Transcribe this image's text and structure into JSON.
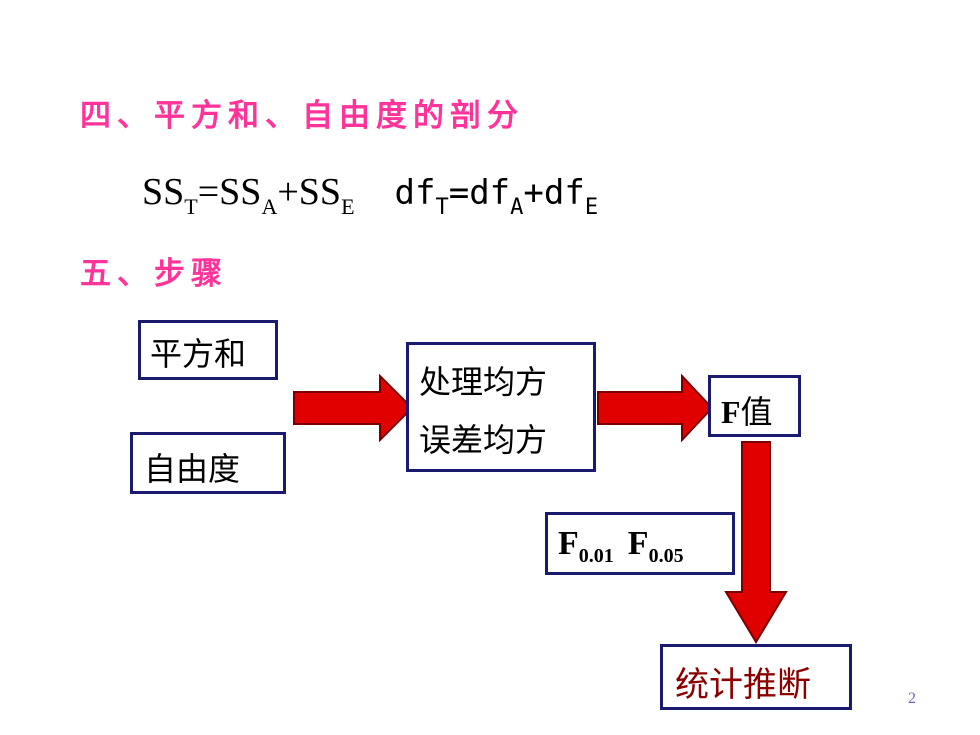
{
  "headings": {
    "section4": "四、平方和、自由度的剖分",
    "section5": "五、步骤"
  },
  "formula": {
    "ss_main": "SS",
    "t": "T",
    "eq": "=",
    "a": "A",
    "e": "E",
    "plus": "+",
    "df_main": "df"
  },
  "flow": {
    "sum_of_squares": "平方和",
    "degrees_of_freedom": "自由度",
    "treatment_ms": "处理均方",
    "error_ms": "误差均方",
    "f_letter": "F",
    "f_value_suffix": "值",
    "critical_f": "F",
    "critical_sub_1": "0.01",
    "critical_sub_2": "0.05",
    "inference": "统计推断"
  },
  "arrow_color": "#e00000",
  "box_border_color": "#1a1a6e",
  "heading_color": "#ff3399",
  "page_number": "2"
}
